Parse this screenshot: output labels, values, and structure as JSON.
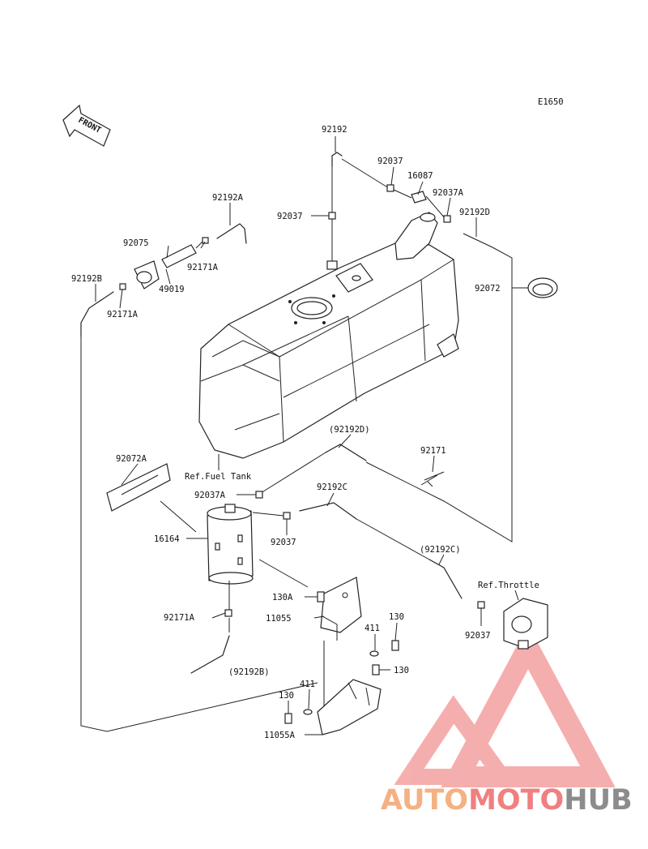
{
  "diagram_code": "E1650",
  "front_label": "FRONT",
  "labels": {
    "p92192": "92192",
    "p92037_top": "92037",
    "p16087": "16087",
    "p92037A_top": "92037A",
    "p92192D": "92192D",
    "p92037_mid": "92037",
    "p92192A": "92192A",
    "p92075": "92075",
    "p92171A_top": "92171A",
    "p49019": "49019",
    "p92192B": "92192B",
    "p92171A_left": "92171A",
    "p92072": "92072",
    "ref_fuel_tank": "Ref.Fuel Tank",
    "p92192D_paren": "(92192D)",
    "p92171": "92171",
    "p92072A": "92072A",
    "p92037A_mid": "92037A",
    "p92192C": "92192C",
    "p16164": "16164",
    "p92037_low": "92037",
    "p92192C_paren": "(92192C)",
    "ref_throttle": "Ref.Throttle",
    "p130A": "130A",
    "p11055": "11055",
    "p411_a": "411",
    "p130_a": "130",
    "p92171A_low": "92171A",
    "p92037_right": "92037",
    "p130_b": "130",
    "p92192B_paren": "(92192B)",
    "p411_b": "411",
    "p130_c": "130",
    "p11055A": "11055A"
  },
  "watermark": {
    "part1": "AUTO",
    "part2": "MOTO",
    "part3": "HUB",
    "color1": "#f4b183",
    "color2": "#f08080",
    "color3": "#8c8c8c",
    "triangle_color": "#f5a6a6"
  }
}
